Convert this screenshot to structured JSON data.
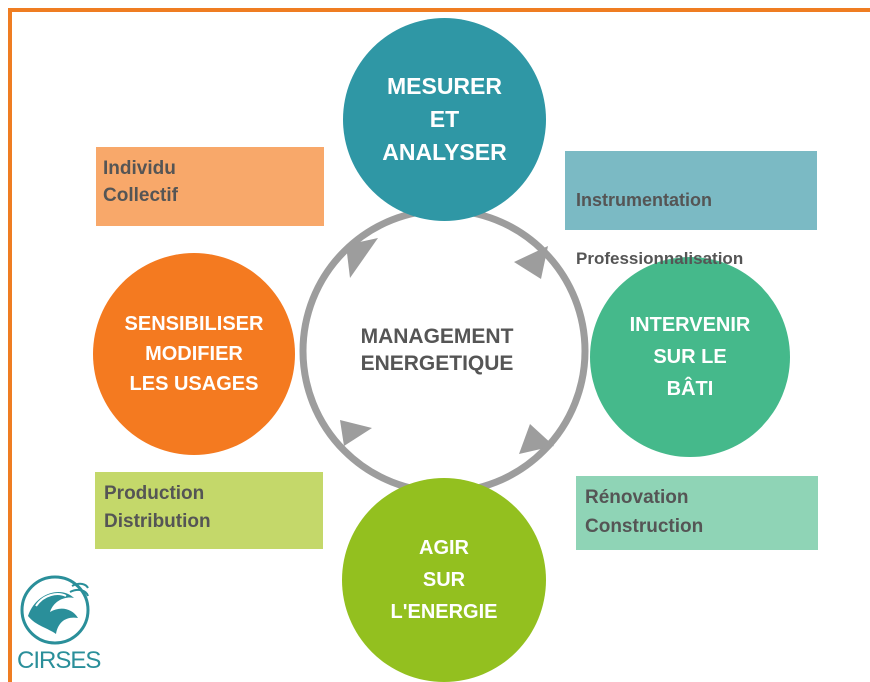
{
  "center": {
    "title": "MANAGEMENT\nENERGETIQUE"
  },
  "circles": {
    "top": "MESURER\nET\nANALYSER",
    "right": "INTERVENIR\nSUR LE\nBÂTI",
    "bottom": "AGIR\nSUR\nL'ENERGIE",
    "left": "SENSIBILISER\nMODIFIER\nLES USAGES"
  },
  "boxes": {
    "top_left": "Individu\nCollectif",
    "top_right": {
      "line1": "Instrumentation",
      "line2": "Professionnalisation"
    },
    "bottom_left": "Production\nDistribution",
    "bottom_right": "Rénovation\nConstruction"
  },
  "logo": {
    "text": "CIRSES",
    "icon": "cirses-logo-icon"
  },
  "colors": {
    "frame": "#ef7d22",
    "teal": "#2f97a5",
    "green": "#45b98b",
    "lime": "#93c01f",
    "orange": "#f47a20",
    "cycle_arrow": "#9d9d9d"
  }
}
